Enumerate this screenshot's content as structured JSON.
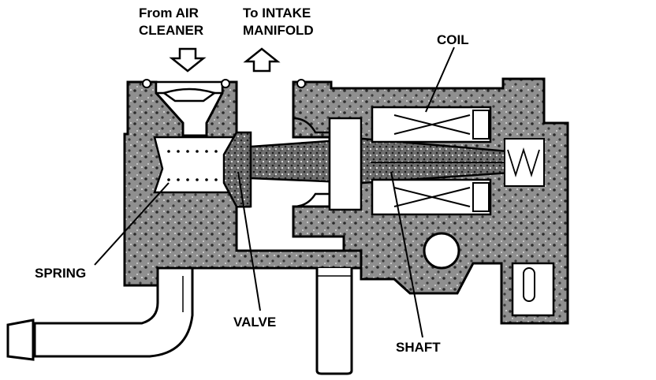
{
  "labels": {
    "from_line1": "From AIR",
    "from_line2": "CLEANER",
    "to_line1": "To INTAKE",
    "to_line2": "MANIFOLD",
    "coil": "COIL",
    "spring": "SPRING",
    "valve": "VALVE",
    "shaft": "SHAFT"
  },
  "colors": {
    "ink": "#000000",
    "paper": "#ffffff",
    "body_fill": "#8c8c8c"
  },
  "icons": {
    "inlet_arrow": "arrow-down-icon",
    "outlet_arrow": "arrow-up-icon"
  }
}
